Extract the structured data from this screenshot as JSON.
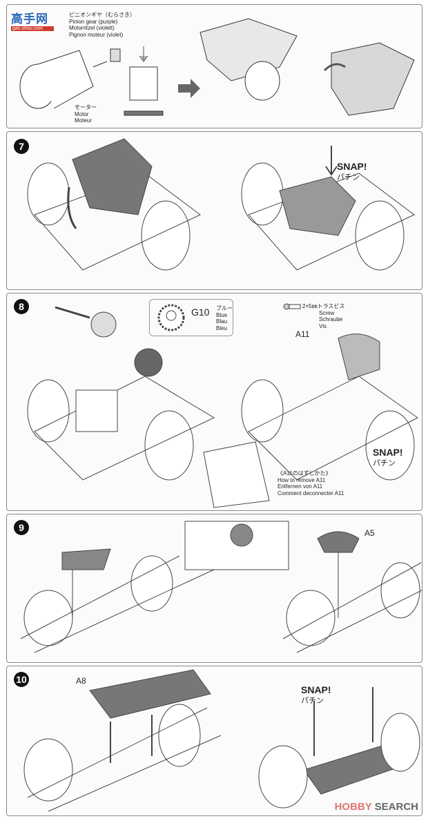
{
  "watermark_top": {
    "text": "高手网",
    "url_text": "gao.shou.com"
  },
  "intro": {
    "pinion_label": [
      "ピニオンギヤ（むらさき）",
      "Pinion gear (purple)",
      "Motorritzel (violett)",
      "Pignon moteur (violet)"
    ],
    "motor_label": [
      "モーター",
      "Motor",
      "Moteur"
    ]
  },
  "step7": {
    "number": "7",
    "snap": "SNAP!",
    "snap_jp": "パチン"
  },
  "step8": {
    "number": "8",
    "gear_part": "G10",
    "gear_color": [
      "ブルー",
      "Blue",
      "Blau",
      "Bleu"
    ],
    "screw_label": [
      "2×5㎜トラスビス",
      "Screw",
      "Schraube",
      "Vis"
    ],
    "part_a11": "A11",
    "snap": "SNAP!",
    "snap_jp": "パチン",
    "remove_label": [
      "《A11のはずしかた》",
      "How to remove A11",
      "Entfernen von A11",
      "Comment deconnecter A11"
    ]
  },
  "step9": {
    "number": "9",
    "part_a5": "A5"
  },
  "step10": {
    "number": "10",
    "part_a8": "A8",
    "snap": "SNAP!",
    "snap_jp": "パチン"
  },
  "footer": {
    "brand_a": "HOBBY",
    "brand_b": "SEARCH"
  }
}
